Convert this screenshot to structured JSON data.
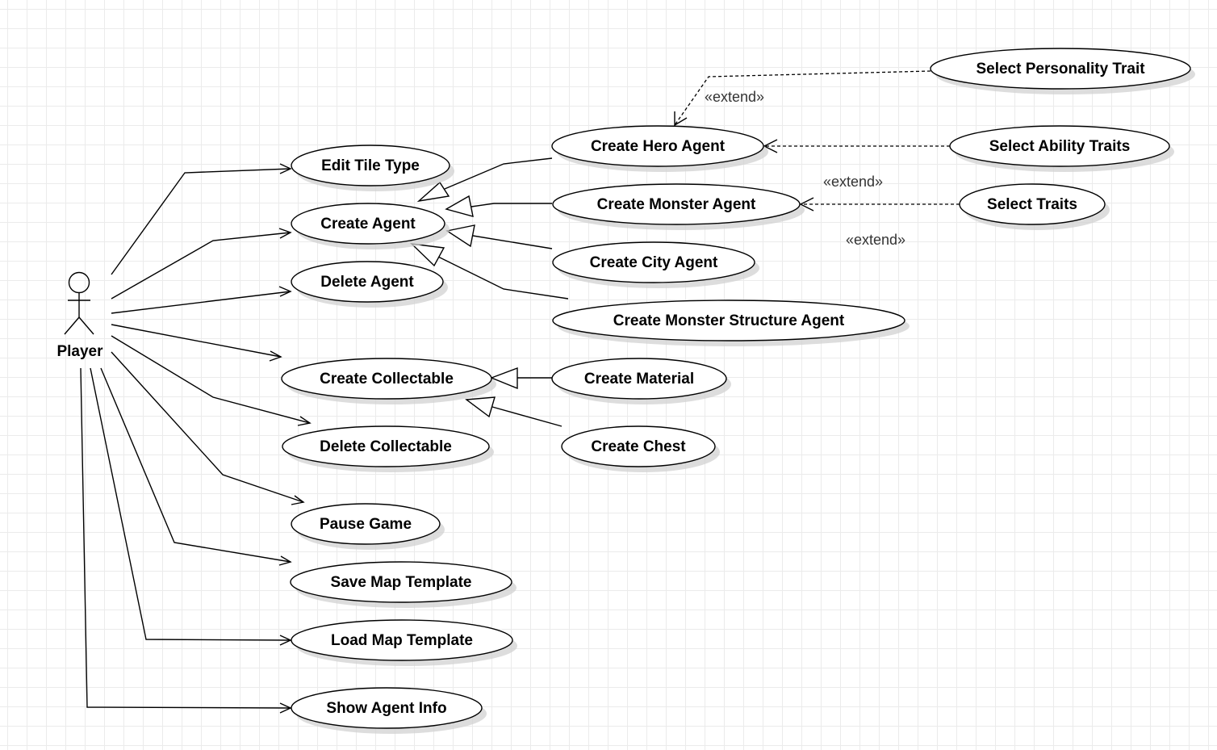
{
  "diagram": {
    "actor": {
      "label": "Player"
    },
    "use_cases": {
      "edit_tile_type": "Edit Tile Type",
      "create_agent": "Create Agent",
      "delete_agent": "Delete Agent",
      "create_collectable": "Create Collectable",
      "delete_collectable": "Delete Collectable",
      "pause_game": "Pause Game",
      "save_map_template": "Save Map Template",
      "load_map_template": "Load Map Template",
      "show_agent_info": "Show Agent Info",
      "create_hero_agent": "Create Hero Agent",
      "create_monster_agent": "Create Monster Agent",
      "create_city_agent": "Create City Agent",
      "create_monster_structure_agent": "Create Monster Structure Agent",
      "create_material": "Create Material",
      "create_chest": "Create Chest",
      "select_personality_trait": "Select Personality Trait",
      "select_ability_traits": "Select Ability Traits",
      "select_traits": "Select Traits"
    },
    "stereotypes": {
      "extend_1": "«extend»",
      "extend_2": "«extend»",
      "extend_3": "«extend»"
    },
    "relationships": [
      {
        "type": "association",
        "from": "Player",
        "to": "Edit Tile Type"
      },
      {
        "type": "association",
        "from": "Player",
        "to": "Create Agent"
      },
      {
        "type": "association",
        "from": "Player",
        "to": "Delete Agent"
      },
      {
        "type": "association",
        "from": "Player",
        "to": "Create Collectable"
      },
      {
        "type": "association",
        "from": "Player",
        "to": "Delete Collectable"
      },
      {
        "type": "association",
        "from": "Player",
        "to": "Pause Game"
      },
      {
        "type": "association",
        "from": "Player",
        "to": "Save Map Template"
      },
      {
        "type": "association",
        "from": "Player",
        "to": "Load Map Template"
      },
      {
        "type": "association",
        "from": "Player",
        "to": "Show Agent Info"
      },
      {
        "type": "generalization",
        "from": "Create Hero Agent",
        "to": "Create Agent"
      },
      {
        "type": "generalization",
        "from": "Create Monster Agent",
        "to": "Create Agent"
      },
      {
        "type": "generalization",
        "from": "Create City Agent",
        "to": "Create Agent"
      },
      {
        "type": "generalization",
        "from": "Create Monster Structure Agent",
        "to": "Create Agent"
      },
      {
        "type": "generalization",
        "from": "Create Material",
        "to": "Create Collectable"
      },
      {
        "type": "generalization",
        "from": "Create Chest",
        "to": "Create Collectable"
      },
      {
        "type": "extend",
        "from": "Select Personality Trait",
        "to": "Create Hero Agent"
      },
      {
        "type": "extend",
        "from": "Select Ability Traits",
        "to": "Create Hero Agent"
      },
      {
        "type": "extend",
        "from": "Select Traits",
        "to": "Create Monster Agent"
      }
    ]
  }
}
